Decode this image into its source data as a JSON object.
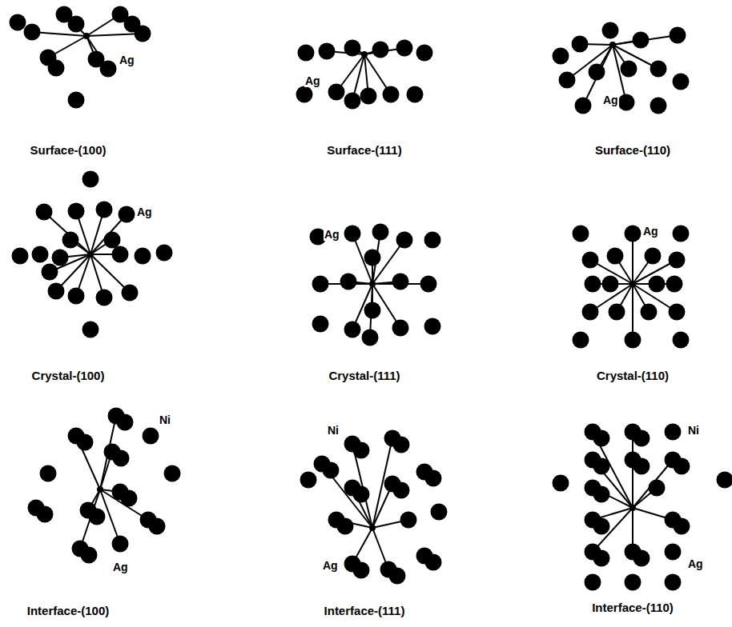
{
  "diagram": {
    "labels": [
      "Ag",
      "Surface-(100)",
      "Ag",
      "Surface-(111)",
      "Ag",
      "Surface-(110)",
      "Ag",
      "Crystal-(100)",
      "Ag",
      "Crystal-(111)",
      "Ag",
      "Crystal-(110)",
      "Ni",
      "Ag",
      "Interface-(100)",
      "Ni",
      "Ag",
      "Interface-(111)",
      "Ni",
      "Ag",
      "Interface-(110)"
    ]
  }
}
